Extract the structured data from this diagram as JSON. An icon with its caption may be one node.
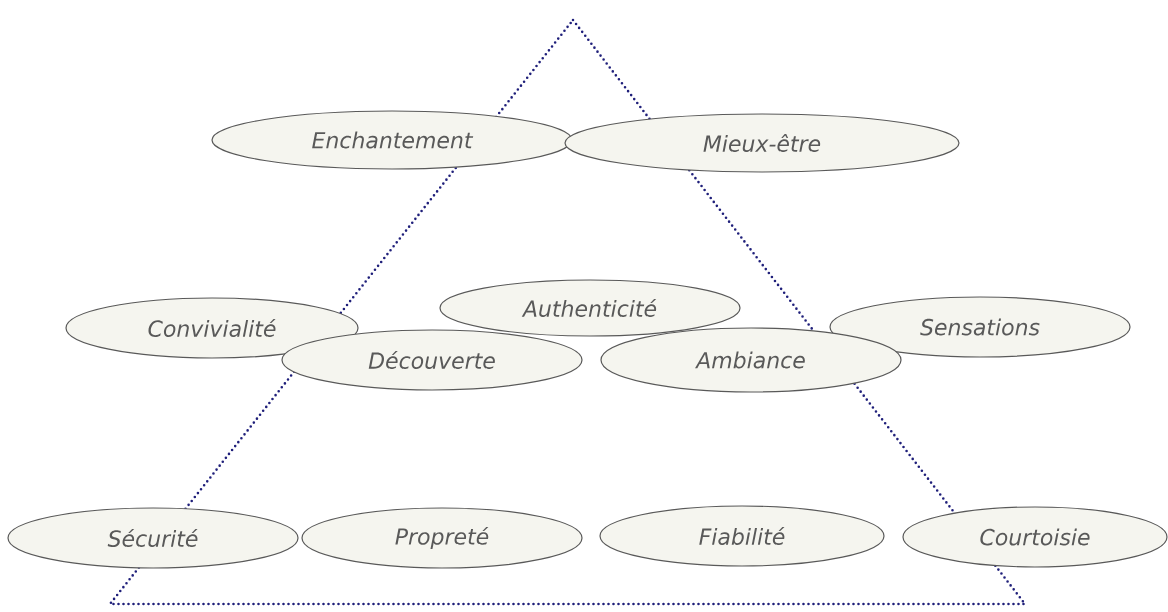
{
  "diagram": {
    "nodes": [
      {
        "text": [
          "Enchantement"
        ]
      },
      {
        "text": [
          "Mieux-être"
        ]
      },
      {
        "text": [
          "Convivialité"
        ]
      },
      {
        "text": [
          "Authenticité"
        ]
      },
      {
        "text": [
          "Sensations"
        ]
      },
      {
        "text": [
          "Découverte"
        ]
      },
      {
        "text": [
          "Ambiance"
        ]
      },
      {
        "text": [
          "Sécurité"
        ]
      },
      {
        "text": [
          "Propreté"
        ]
      },
      {
        "text": [
          "Fiabilité"
        ]
      },
      {
        "text": [
          "Courtoisie"
        ]
      }
    ]
  }
}
